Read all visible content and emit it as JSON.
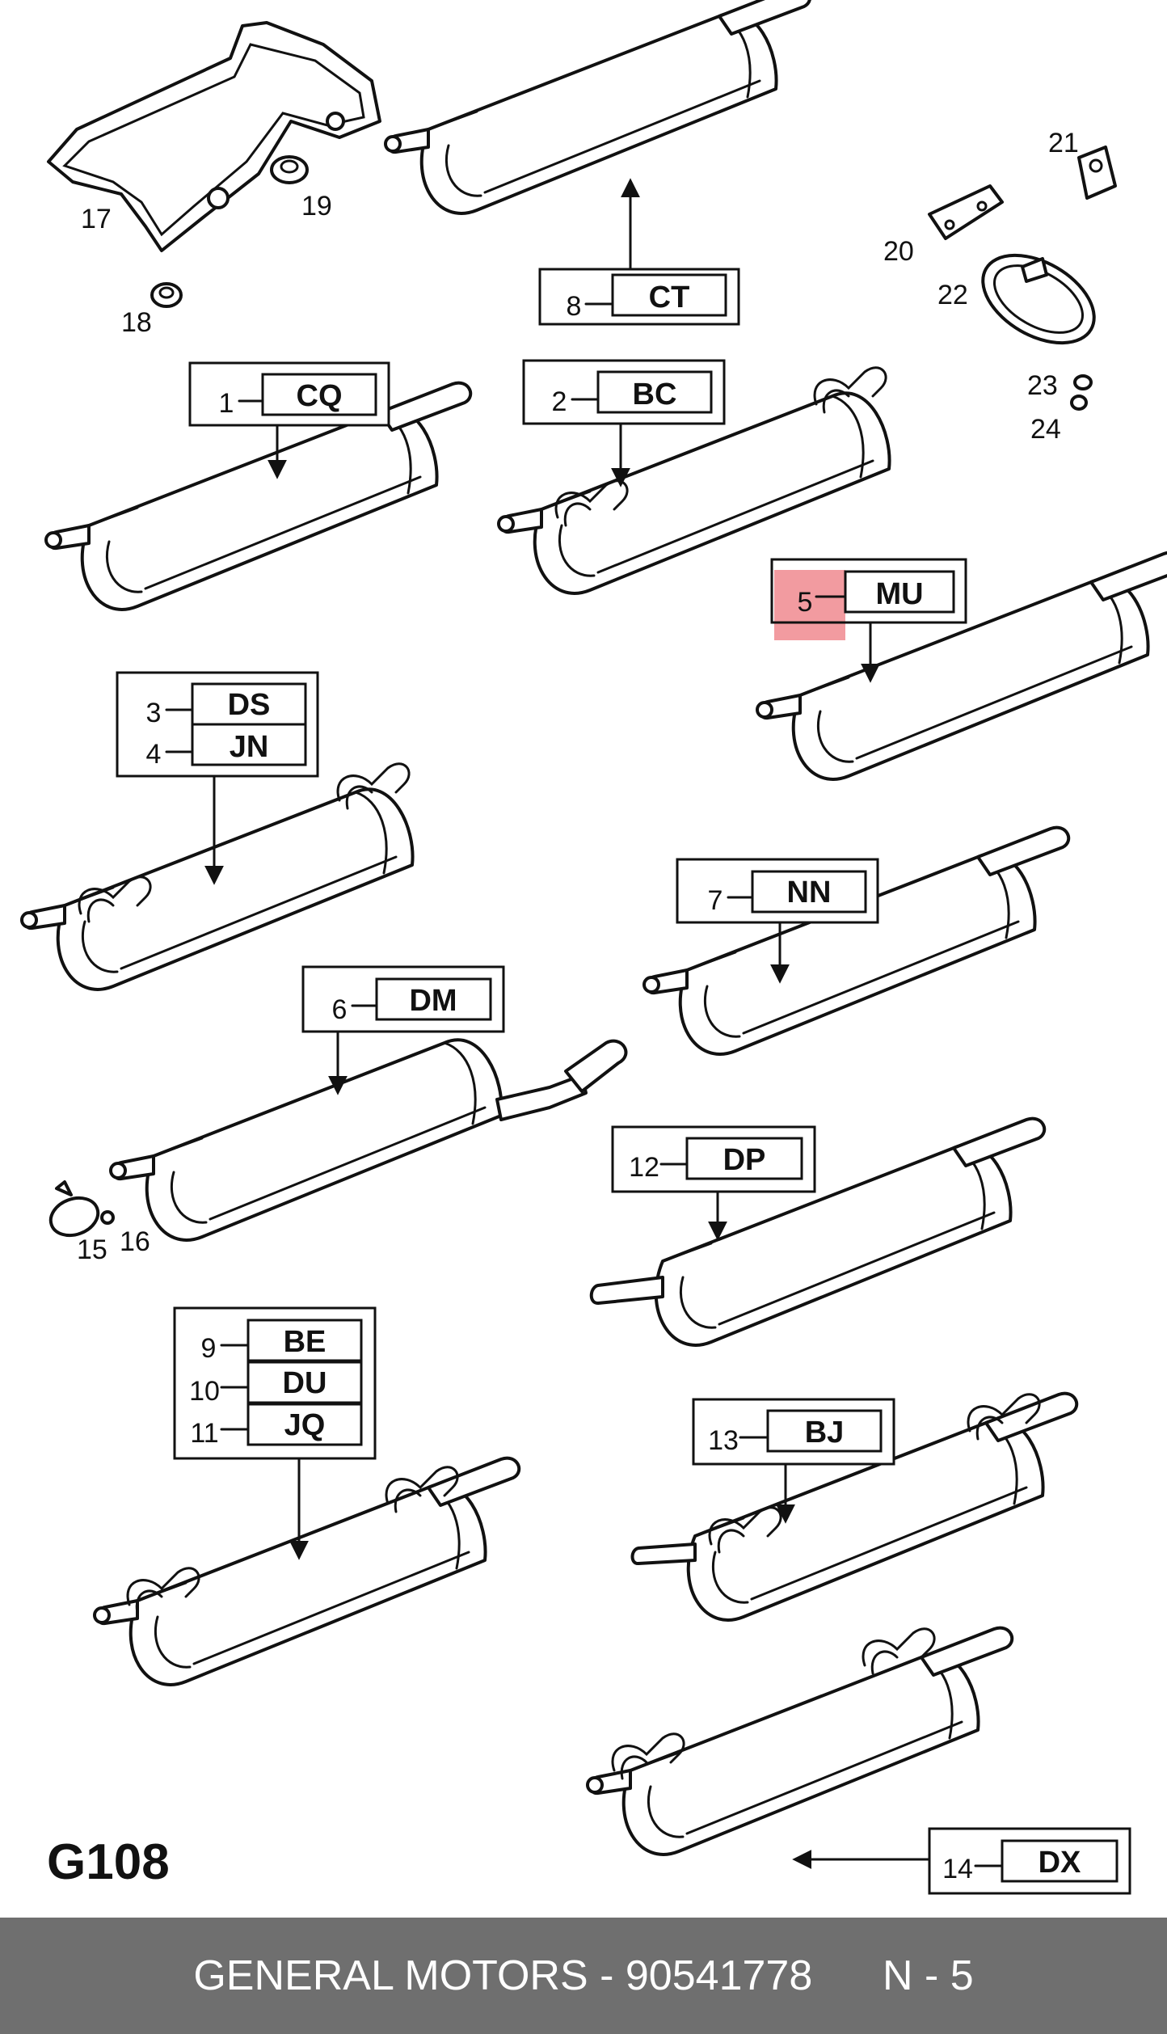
{
  "diagram": {
    "page_code": "G108",
    "highlight_color": "#f08a8f",
    "callouts": [
      {
        "num": "1",
        "code": "CQ"
      },
      {
        "num": "2",
        "code": "BC"
      },
      {
        "num": "3",
        "code": "DS"
      },
      {
        "num": "4",
        "code": "JN"
      },
      {
        "num": "5",
        "code": "MU"
      },
      {
        "num": "6",
        "code": "DM"
      },
      {
        "num": "7",
        "code": "NN"
      },
      {
        "num": "8",
        "code": "CT"
      },
      {
        "num": "9",
        "code": "BE"
      },
      {
        "num": "10",
        "code": "DU"
      },
      {
        "num": "11",
        "code": "JQ"
      },
      {
        "num": "12",
        "code": "DP"
      },
      {
        "num": "13",
        "code": "BJ"
      },
      {
        "num": "14",
        "code": "DX"
      }
    ],
    "part_labels": [
      "15",
      "16",
      "17",
      "18",
      "19",
      "20",
      "21",
      "22",
      "23",
      "24"
    ]
  },
  "footer": {
    "brand": "GENERAL MOTORS",
    "separator": " - ",
    "part_number": "90541778",
    "position": "N - 5",
    "background": "#6f6f6f"
  }
}
